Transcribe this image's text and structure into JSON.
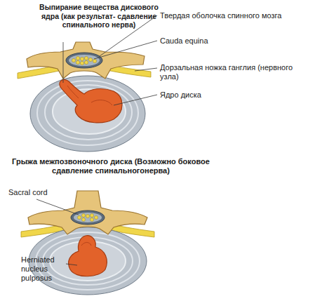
{
  "diagram": {
    "labels": [
      "Выпирание вещества дискового ядра (как результат- сдавление спинального нерва)",
      "Твердая оболочка спинного мозга",
      "Cauda equina",
      "Дорзальная ножка ганглия (нервного узла)",
      "Ядро диска",
      "Грыжа межпозвоночного диска (Возможно боковое сдавление спинальногонерва)",
      "Sacral cord",
      "Herniated nucleus pulposus"
    ]
  }
}
